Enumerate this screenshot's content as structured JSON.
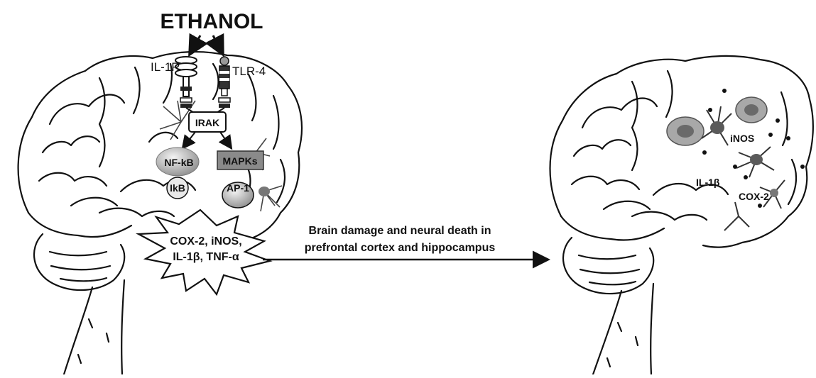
{
  "diagram": {
    "title": "ETHANOL",
    "receptors": {
      "left": "IL-1R",
      "right": "TLR-4"
    },
    "kinase": "IRAK",
    "transcription": {
      "nfkb": "NF-kB",
      "ikb": "IkB",
      "mapks": "MAPKs",
      "ap1": "AP-1"
    },
    "mediators": {
      "line1": "COX-2, iNOS,",
      "line2": "IL-1β, TNF-α"
    },
    "arrow_label": {
      "line1": "Brain damage and neural death in",
      "line2": "prefrontal cortex and hippocampus"
    },
    "right_brain": {
      "inos": "iNOS",
      "il1b": "IL-1β",
      "cox2": "COX-2"
    },
    "colors": {
      "ink": "#111111",
      "gray_fill": "#b8b8b8",
      "dark_fill": "#5a5a5a",
      "paper": "#ffffff"
    }
  }
}
